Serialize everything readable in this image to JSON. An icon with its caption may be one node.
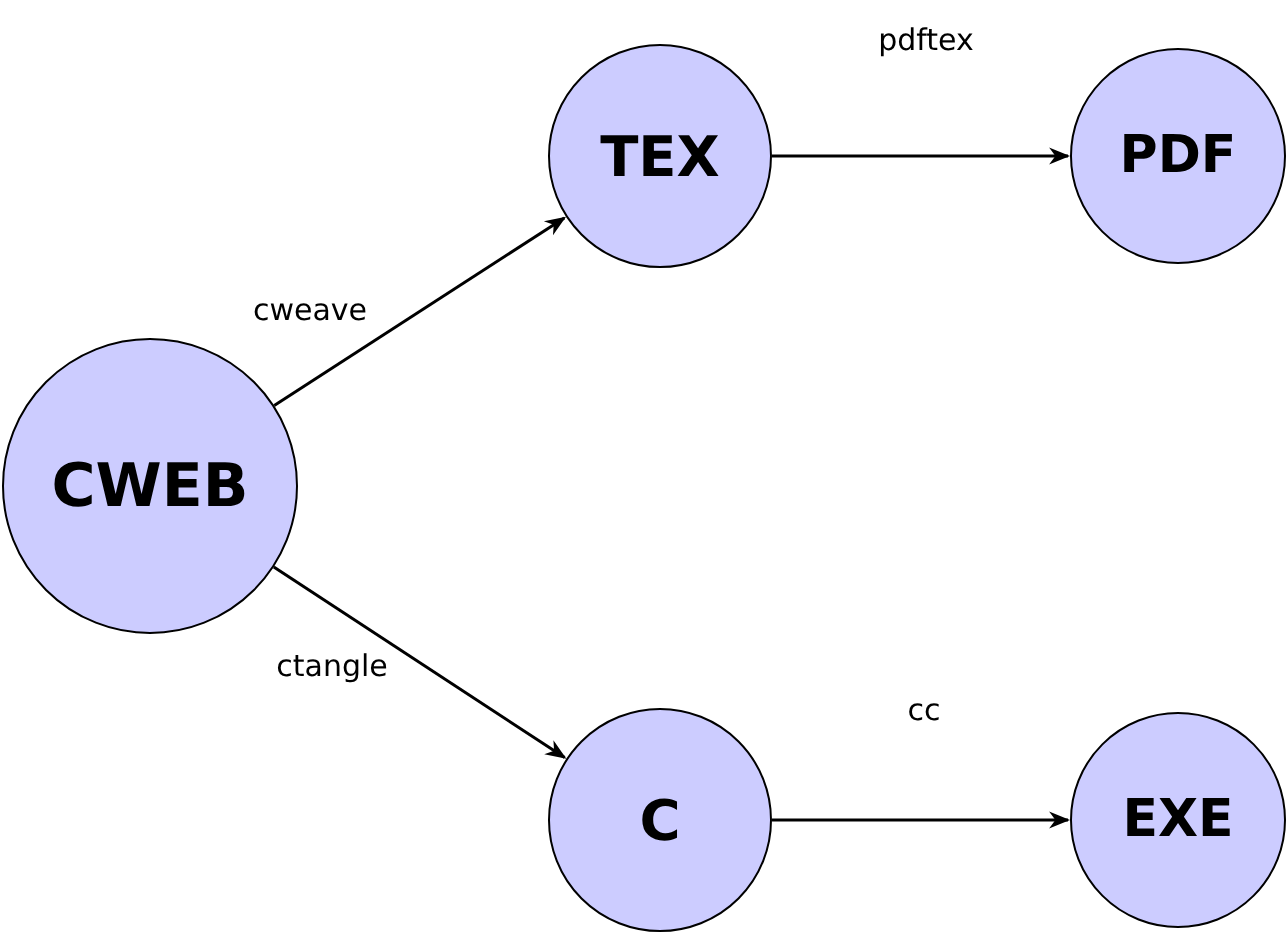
{
  "diagram": {
    "nodes": [
      {
        "text": [
          "CWEB"
        ]
      },
      {
        "text": [
          "TEX"
        ]
      },
      {
        "text": [
          "PDF"
        ]
      },
      {
        "text": [
          "C"
        ]
      },
      {
        "text": [
          "EXE"
        ]
      }
    ],
    "edges": [
      {
        "from": 0,
        "to": 1,
        "arrow": "to",
        "label": "cweave"
      },
      {
        "from": 0,
        "to": 3,
        "arrow": "to",
        "label": "ctangle"
      },
      {
        "from": 1,
        "to": 2,
        "arrow": "to",
        "label": "pdftex"
      },
      {
        "from": 3,
        "to": 4,
        "arrow": "to",
        "label": "cc"
      }
    ]
  }
}
